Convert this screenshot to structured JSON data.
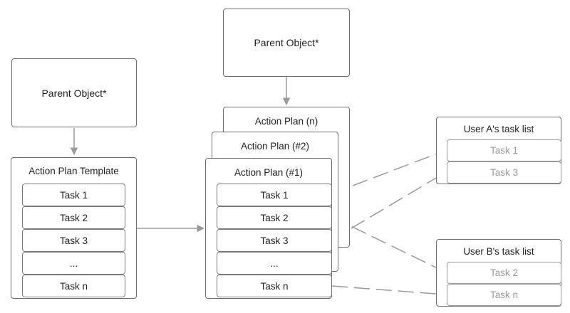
{
  "parent_left": {
    "label": "Parent Object*"
  },
  "parent_mid": {
    "label": "Parent Object*"
  },
  "template": {
    "title": "Action Plan Template",
    "tasks": [
      "Task 1",
      "Task 2",
      "Task 3",
      "...",
      "Task n"
    ]
  },
  "plans": {
    "back_title": "Action Plan (n)",
    "middle_title": "Action Plan (#2)",
    "front_title": "Action Plan (#1)",
    "tasks": [
      "Task 1",
      "Task 2",
      "Task 3",
      "...",
      "Task n"
    ]
  },
  "user_a": {
    "title": "User A's task list",
    "tasks": [
      "Task 1",
      "Task 3"
    ]
  },
  "user_b": {
    "title": "User B's task list",
    "tasks": [
      "Task 2",
      "Task n"
    ]
  },
  "colors": {
    "line": "#9a9a9a",
    "box_border": "#6e6e6e",
    "muted_text": "#9a9a9a"
  }
}
